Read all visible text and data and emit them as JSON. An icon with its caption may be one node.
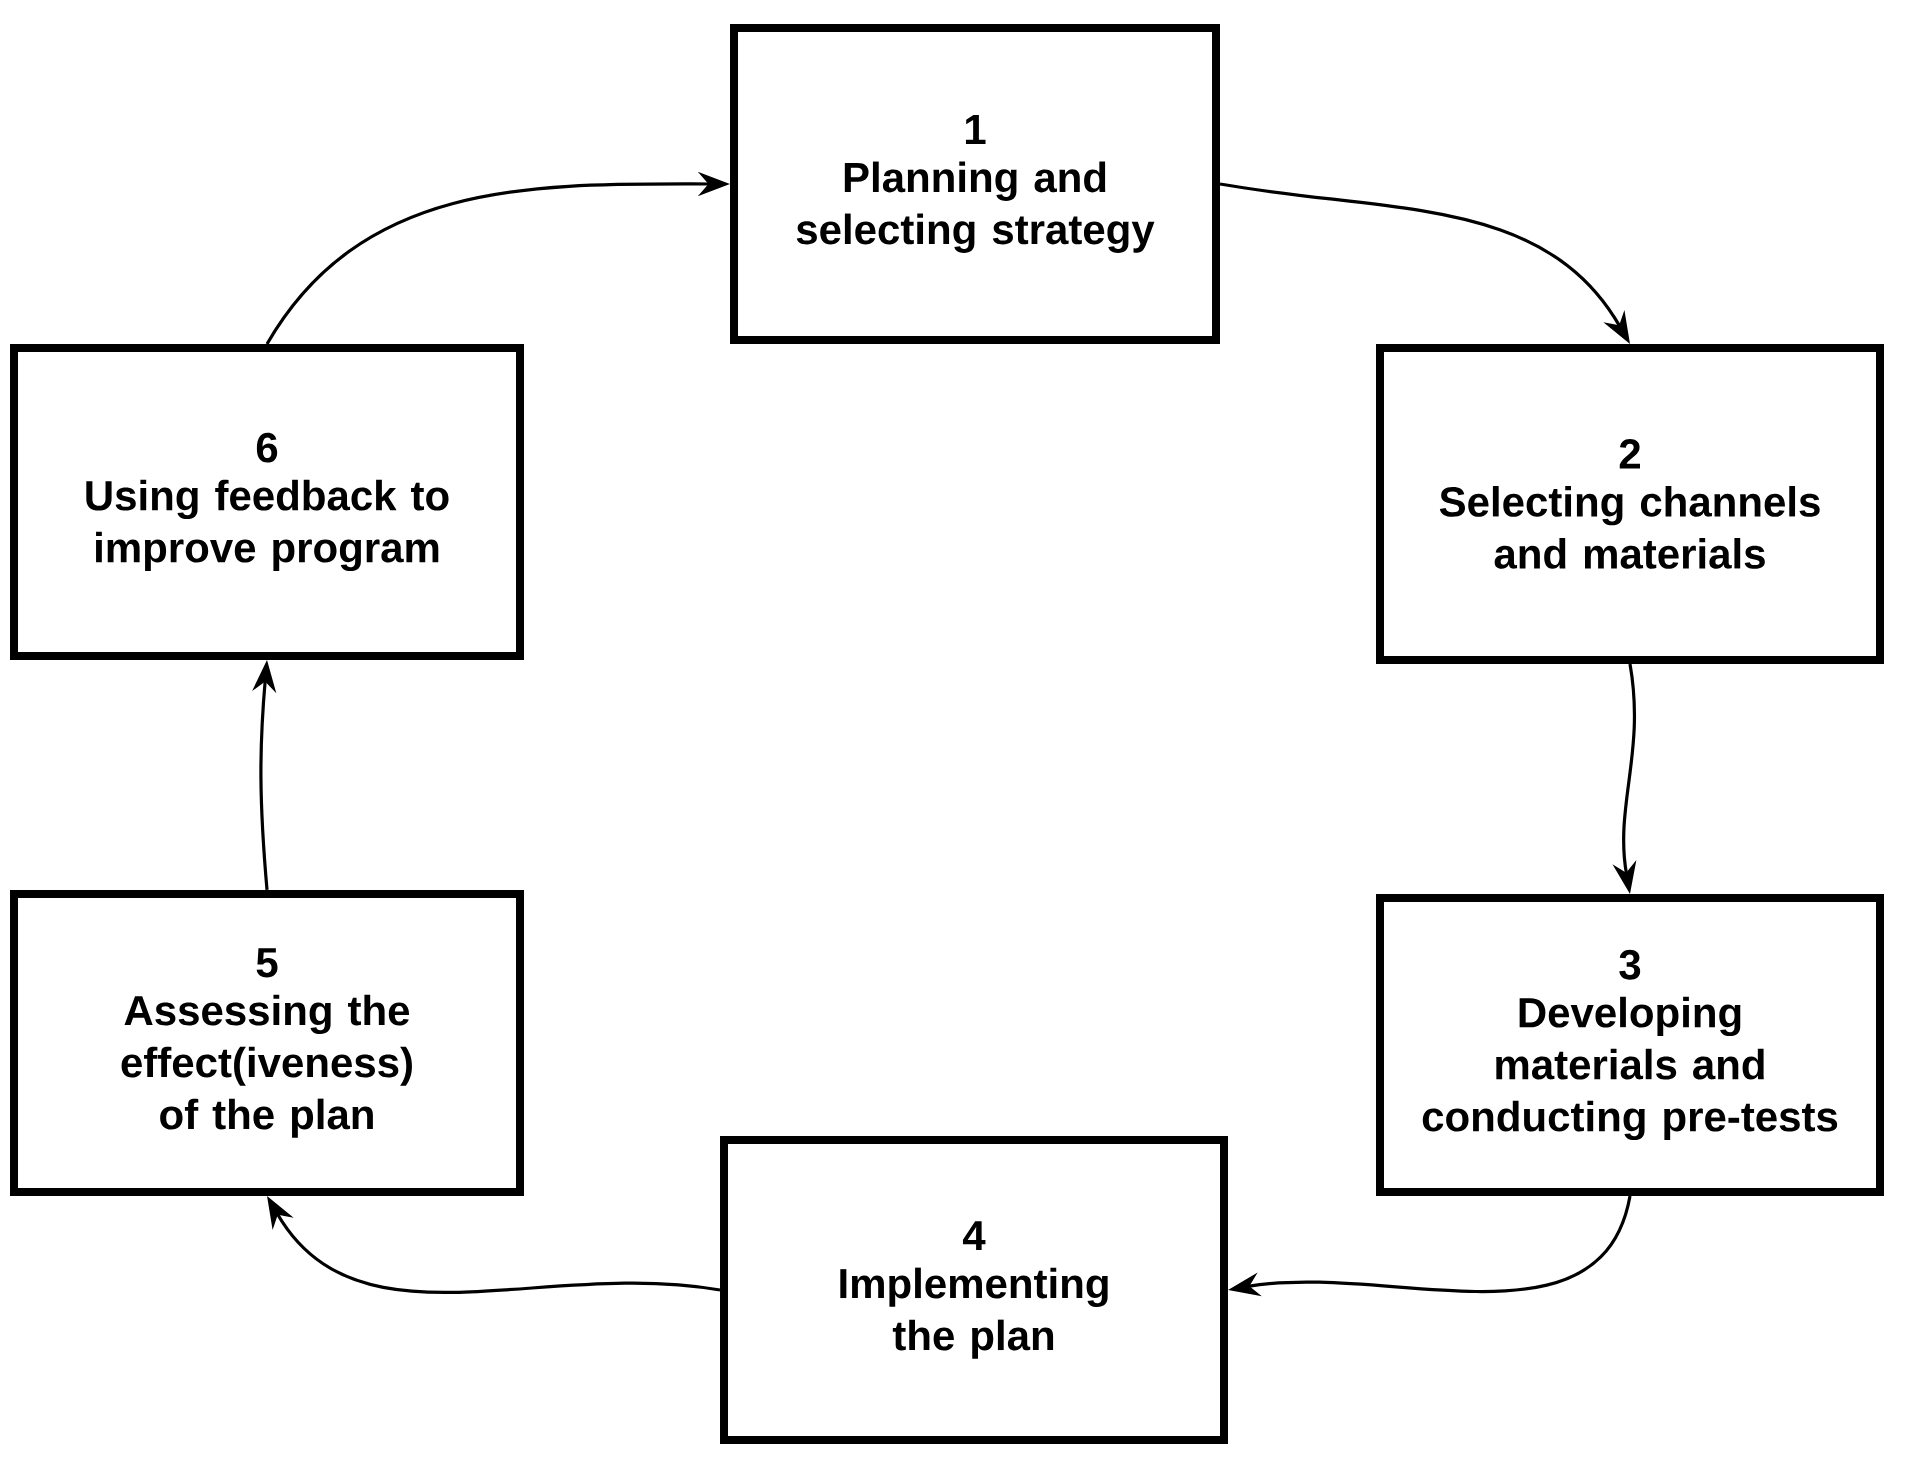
{
  "diagram": {
    "nodes": [
      {
        "text": [
          "1",
          "Planning and selecting strategy"
        ]
      },
      {
        "text": [
          "2",
          "Selecting channels and materials"
        ]
      },
      {
        "text": [
          "3",
          "Developing materials and conducting pre-tests"
        ]
      },
      {
        "text": [
          "4",
          "Implementing the plan"
        ]
      },
      {
        "text": [
          "5",
          "Assessing the effect(iveness) of the plan"
        ]
      },
      {
        "text": [
          "6",
          "Using feedback to improve program"
        ]
      }
    ],
    "edges": [
      {
        "from": 0,
        "to": 1,
        "arrow": "to"
      },
      {
        "from": 1,
        "to": 2,
        "arrow": "to"
      },
      {
        "from": 2,
        "to": 3,
        "arrow": "to"
      },
      {
        "from": 3,
        "to": 4,
        "arrow": "to"
      },
      {
        "from": 4,
        "to": 5,
        "arrow": "to"
      },
      {
        "from": 5,
        "to": 0,
        "arrow": "to"
      }
    ]
  }
}
